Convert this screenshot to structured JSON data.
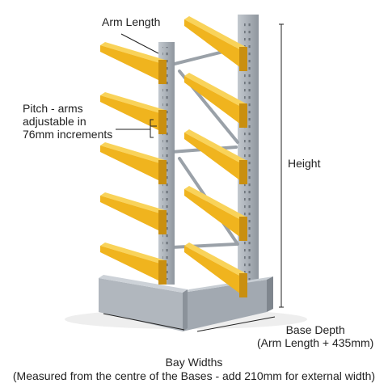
{
  "labels": {
    "arm_length": "Arm Length",
    "pitch_line1": "Pitch - arms",
    "pitch_line2": "adjustable in",
    "pitch_line3": "76mm increments",
    "height": "Height",
    "base_depth": "Base Depth",
    "base_depth_note": "(Arm Length + 435mm)",
    "bay_widths": "Bay Widths",
    "bay_widths_note": "(Measured from the centre of the Bases - add 210mm for external width)"
  },
  "colors": {
    "arm": "#f0b41e",
    "arm_shade": "#c98f10",
    "column": "#a9b0b8",
    "column_shade": "#8d949c",
    "brace": "#9aa1a8",
    "dimension_line": "#222222"
  },
  "rack": {
    "arms_per_column": 5,
    "columns": 2
  }
}
